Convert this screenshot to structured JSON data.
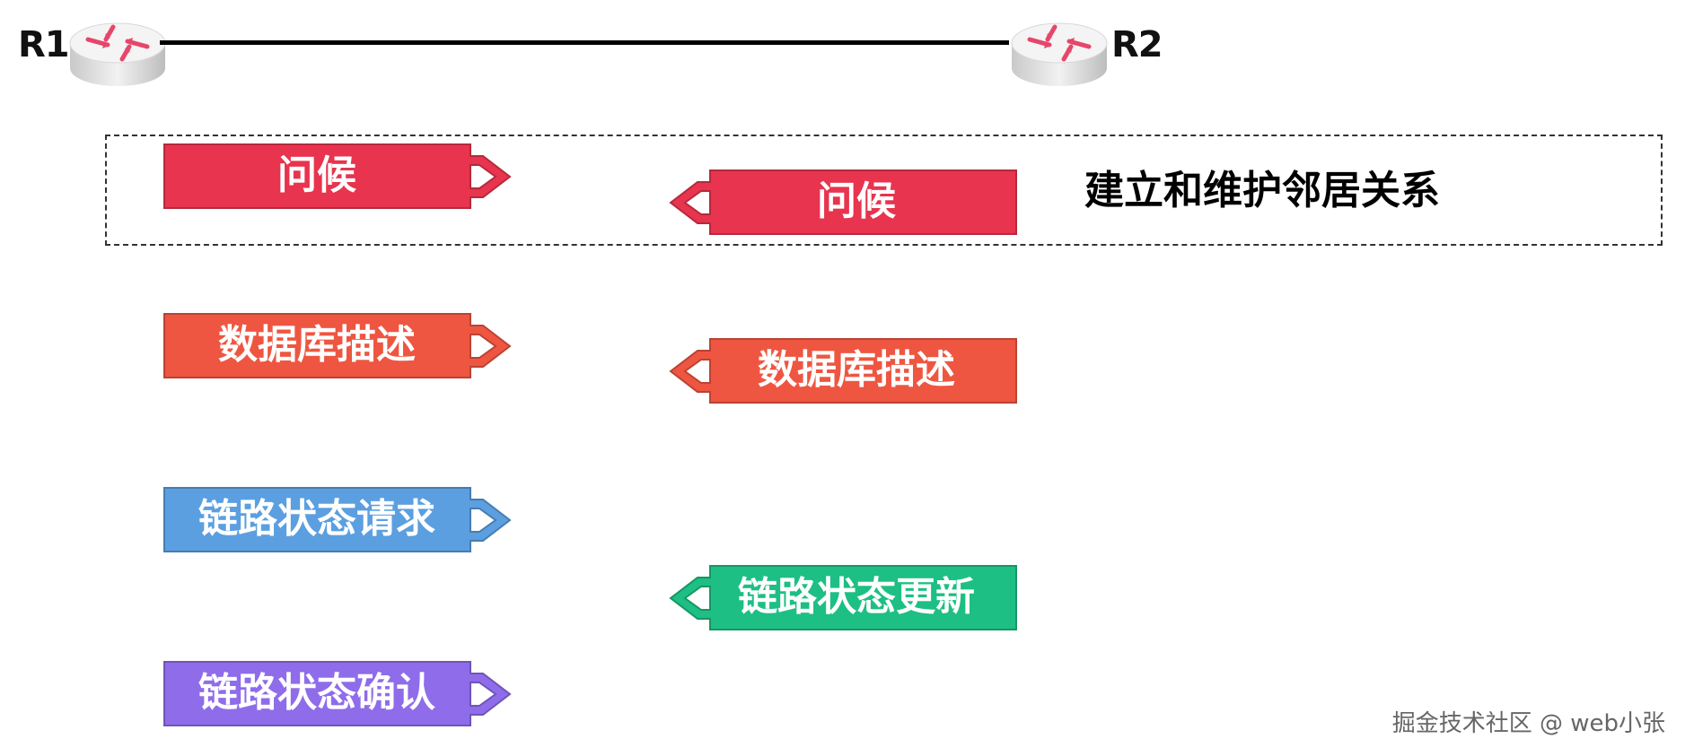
{
  "routers": [
    {
      "label": "R1"
    },
    {
      "label": "R2"
    }
  ],
  "group": {
    "label": "建立和维护邻居关系"
  },
  "messages": [
    {
      "text": "问候",
      "direction": "R1->R2",
      "color": "#E8344E"
    },
    {
      "text": "问候",
      "direction": "R2->R1",
      "color": "#E8344E"
    },
    {
      "text": "数据库描述",
      "direction": "R1->R2",
      "color": "#EE5641"
    },
    {
      "text": "数据库描述",
      "direction": "R2->R1",
      "color": "#EE5641"
    },
    {
      "text": "链路状态请求",
      "direction": "R1->R2",
      "color": "#5B9FE0"
    },
    {
      "text": "链路状态更新",
      "direction": "R2->R1",
      "color": "#1DBF84"
    },
    {
      "text": "链路状态确认",
      "direction": "R1->R2",
      "color": "#8F6CEA"
    }
  ],
  "watermark": "掘金技术社区 @ web小张"
}
